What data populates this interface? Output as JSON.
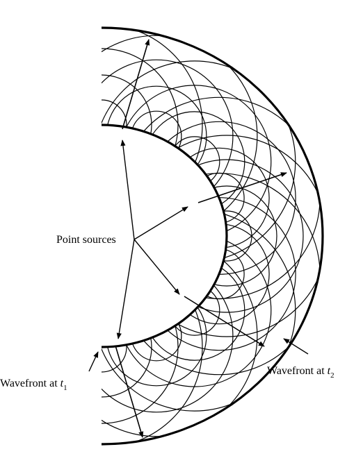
{
  "colors": {
    "ink": "#000000",
    "background": "#ffffff"
  },
  "labels": {
    "point_sources": "Point sources",
    "wavefront_t1_text": "Wavefront at ",
    "wavefront_t1_var": "t",
    "wavefront_t1_sub": "1",
    "wavefront_t2_text": "Wavefront at ",
    "wavefront_t2_var": "t",
    "wavefront_t2_sub": "2"
  }
}
